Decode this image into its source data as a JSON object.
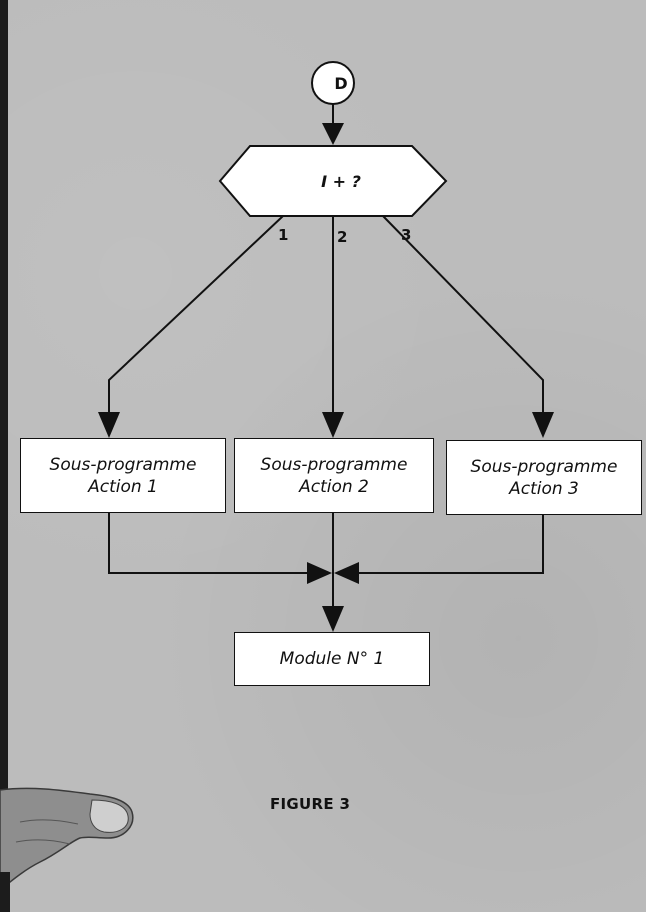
{
  "diagram": {
    "start_label": "D",
    "decision_label": "I + ?",
    "branch_labels": [
      "1",
      "2",
      "3"
    ],
    "subroutines": [
      {
        "line1": "Sous-programme",
        "line2": "Action 1"
      },
      {
        "line1": "Sous-programme",
        "line2": "Action 2"
      },
      {
        "line1": "Sous-programme",
        "line2": "Action 3"
      }
    ],
    "module_label": "Module N° 1",
    "figure_caption": "FIGURE 3"
  },
  "colors": {
    "paper": "#bcbcbc",
    "ink": "#111111",
    "box_fill": "#ffffff"
  }
}
